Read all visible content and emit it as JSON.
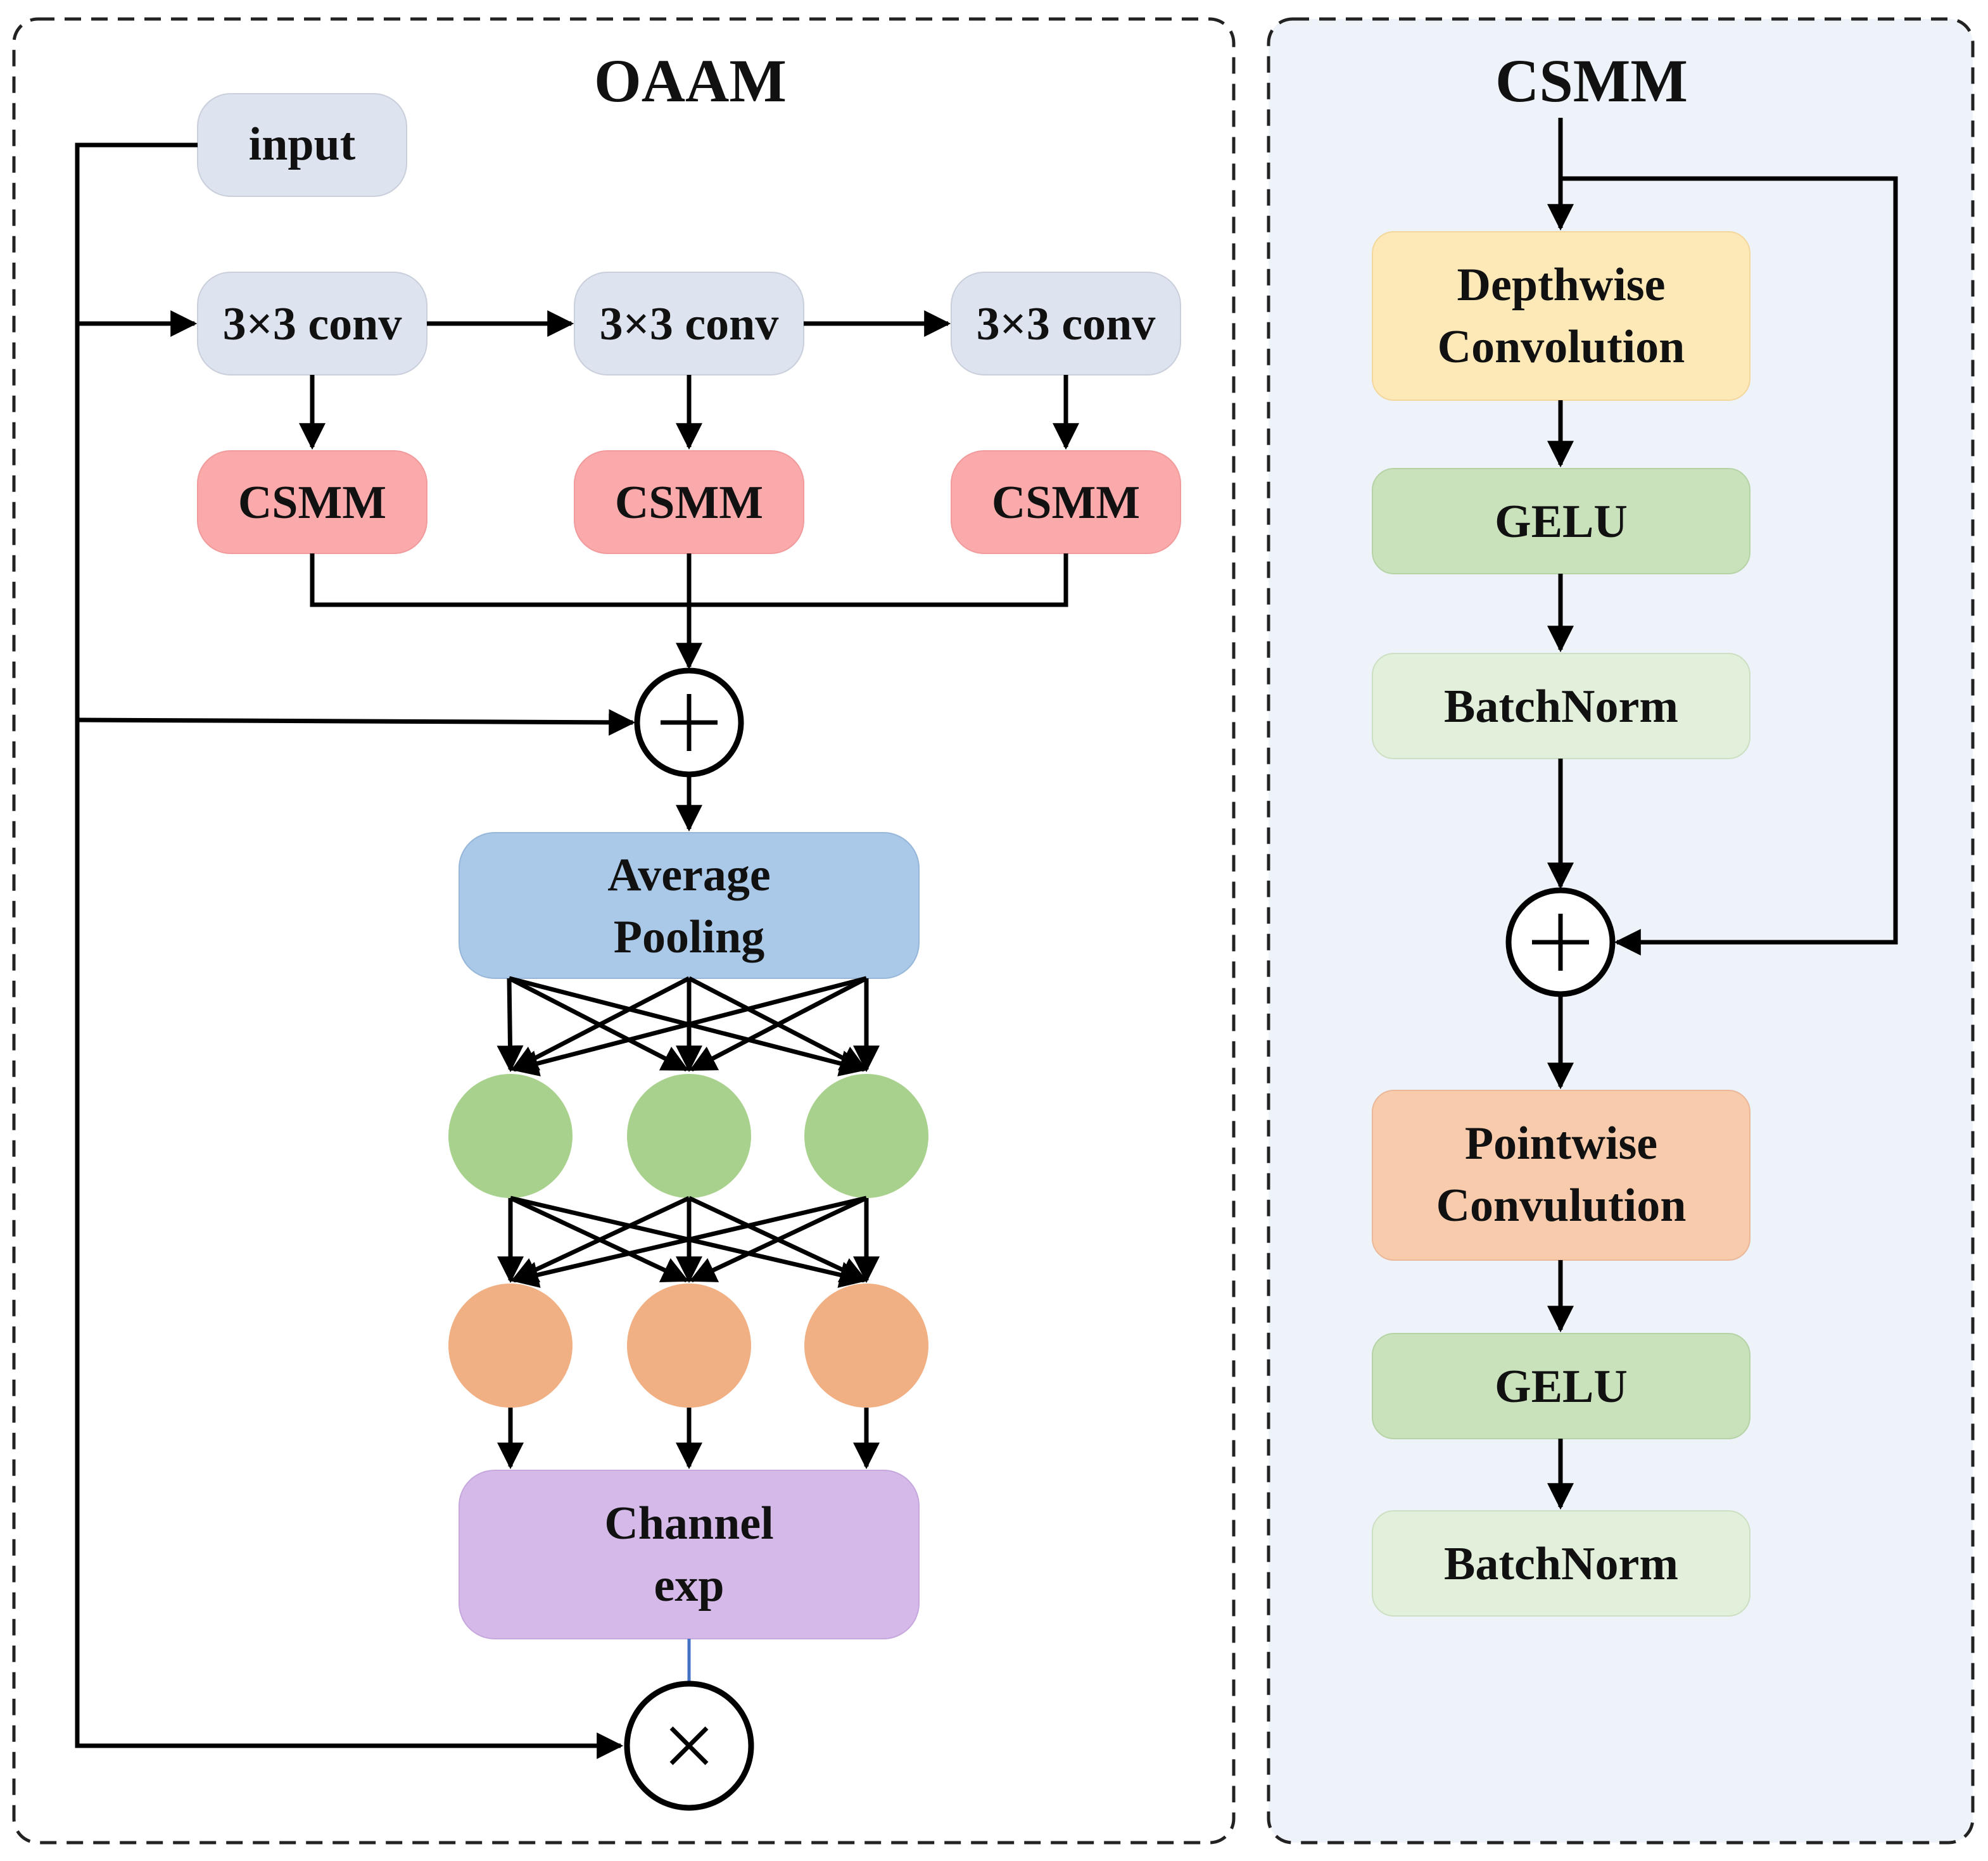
{
  "oaam": {
    "title": "OAAM",
    "input_label": "input",
    "conv_label": "3×3 conv",
    "csmm_label": "CSMM",
    "avg_pool": [
      "Average",
      "Pooling"
    ],
    "channel_exp": [
      "Channel",
      "exp"
    ],
    "add_op": "add",
    "mul_op": "multiply"
  },
  "csmm": {
    "title": "CSMM",
    "depthwise": [
      "Depthwise",
      "Convolution"
    ],
    "gelu": "GELU",
    "batchnorm": "BatchNorm",
    "pointwise": [
      "Pointwise",
      "Convulution"
    ],
    "add_op": "add"
  },
  "colors": {
    "input_fill": "#dde3ef",
    "conv_fill": "#dde3ef",
    "csmm_fill": "#fbaaab",
    "avgpool_fill": "#aac8e7",
    "channel_fill": "#d5b9e9",
    "hidden_node": "#a9d18e",
    "output_node": "#f1b084",
    "csmm_panel_bg": "#eef2f9",
    "depthwise_fill": "#fde8b8",
    "gelu_fill": "#c9e2bc",
    "batchnorm_fill": "#e2efda",
    "pointwise_fill": "#f8cbad"
  }
}
